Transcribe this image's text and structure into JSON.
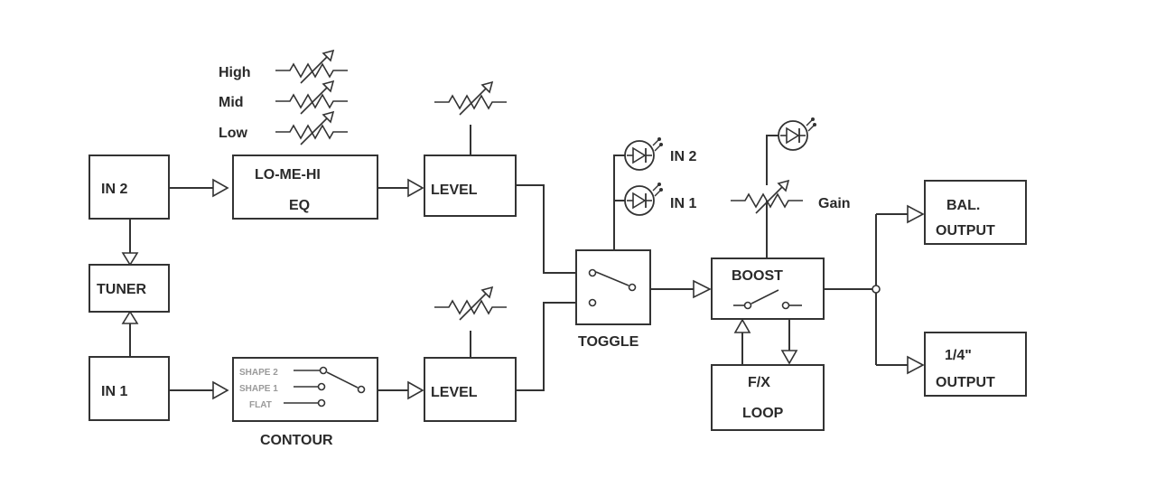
{
  "blocks": {
    "in2": "IN 2",
    "in1": "IN 1",
    "tuner": "TUNER",
    "eq_line1": "LO-ME-HI",
    "eq_line2": "EQ",
    "level_top": "LEVEL",
    "level_bottom": "LEVEL",
    "toggle": "TOGGLE",
    "contour": "CONTOUR",
    "boost": "BOOST",
    "fx_line1": "F/X",
    "fx_line2": "LOOP",
    "bal_line1": "BAL.",
    "bal_line2": "OUTPUT",
    "quarter_line1": "1/4\"",
    "quarter_line2": "OUTPUT"
  },
  "eq_controls": {
    "high": "High",
    "mid": "Mid",
    "low": "Low"
  },
  "contour_options": {
    "shape2": "SHAPE 2",
    "shape1": "SHAPE 1",
    "flat": "FLAT"
  },
  "leds": {
    "in2": "IN 2",
    "in1": "IN 1"
  },
  "gain_label": "Gain"
}
